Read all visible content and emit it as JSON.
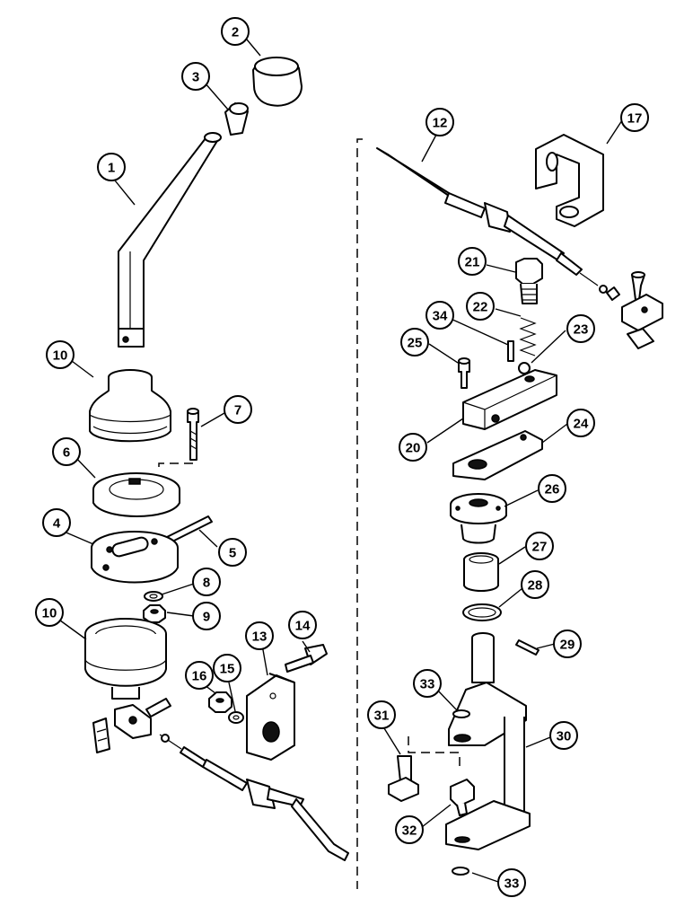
{
  "callouts": [
    {
      "id": "c1",
      "label": "1"
    },
    {
      "id": "c2",
      "label": "2"
    },
    {
      "id": "c3",
      "label": "3"
    },
    {
      "id": "c4",
      "label": "4"
    },
    {
      "id": "c5",
      "label": "5"
    },
    {
      "id": "c6",
      "label": "6"
    },
    {
      "id": "c7",
      "label": "7"
    },
    {
      "id": "c8",
      "label": "8"
    },
    {
      "id": "c9",
      "label": "9"
    },
    {
      "id": "c10a",
      "label": "10"
    },
    {
      "id": "c10b",
      "label": "10"
    },
    {
      "id": "c12",
      "label": "12"
    },
    {
      "id": "c13",
      "label": "13"
    },
    {
      "id": "c14",
      "label": "14"
    },
    {
      "id": "c15",
      "label": "15"
    },
    {
      "id": "c16",
      "label": "16"
    },
    {
      "id": "c17",
      "label": "17"
    },
    {
      "id": "c20",
      "label": "20"
    },
    {
      "id": "c21",
      "label": "21"
    },
    {
      "id": "c22",
      "label": "22"
    },
    {
      "id": "c23",
      "label": "23"
    },
    {
      "id": "c24",
      "label": "24"
    },
    {
      "id": "c25",
      "label": "25"
    },
    {
      "id": "c26",
      "label": "26"
    },
    {
      "id": "c27",
      "label": "27"
    },
    {
      "id": "c28",
      "label": "28"
    },
    {
      "id": "c29",
      "label": "29"
    },
    {
      "id": "c30",
      "label": "30"
    },
    {
      "id": "c31",
      "label": "31"
    },
    {
      "id": "c32",
      "label": "32"
    },
    {
      "id": "c33a",
      "label": "33"
    },
    {
      "id": "c33b",
      "label": "33"
    },
    {
      "id": "c34",
      "label": "34"
    }
  ]
}
